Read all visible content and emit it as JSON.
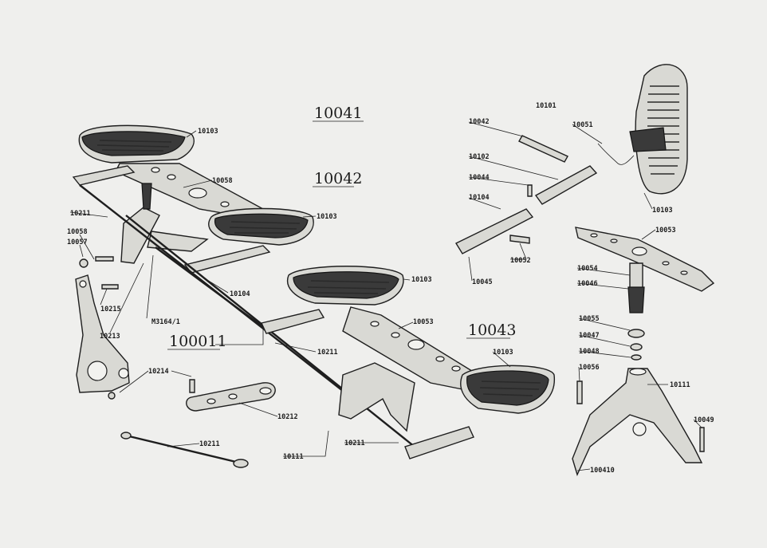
{
  "labels": [
    {
      "id": "t10041",
      "text": "10041"
    },
    {
      "id": "t10042",
      "text": "10042"
    },
    {
      "id": "t10043",
      "text": "10043"
    },
    {
      "id": "t100011",
      "text": "100011"
    },
    {
      "id": "l10103a",
      "text": "10103"
    },
    {
      "id": "l10058a",
      "text": "10058"
    },
    {
      "id": "l10103b",
      "text": "10103"
    },
    {
      "id": "l10211a",
      "text": "10211"
    },
    {
      "id": "l10058b",
      "text": "10058"
    },
    {
      "id": "l10057",
      "text": "10057"
    },
    {
      "id": "l10215",
      "text": "10215"
    },
    {
      "id": "l10213",
      "text": "10213"
    },
    {
      "id": "lM3164",
      "text": "M3164/1"
    },
    {
      "id": "l10104a",
      "text": "10104"
    },
    {
      "id": "l10103c",
      "text": "10103"
    },
    {
      "id": "l10053a",
      "text": "10053"
    },
    {
      "id": "l10211b",
      "text": "10211"
    },
    {
      "id": "l10103d",
      "text": "10103"
    },
    {
      "id": "l10214",
      "text": "10214"
    },
    {
      "id": "l10212",
      "text": "10212"
    },
    {
      "id": "l10211c",
      "text": "10211"
    },
    {
      "id": "l10111a",
      "text": "10111"
    },
    {
      "id": "l10211d",
      "text": "10211"
    },
    {
      "id": "l10101",
      "text": "10101"
    },
    {
      "id": "l10042s",
      "text": "10042"
    },
    {
      "id": "l10051",
      "text": "10051"
    },
    {
      "id": "l10102",
      "text": "10102"
    },
    {
      "id": "l10044",
      "text": "10044"
    },
    {
      "id": "l10104b",
      "text": "10104"
    },
    {
      "id": "l10052",
      "text": "10052"
    },
    {
      "id": "l10045",
      "text": "10045"
    },
    {
      "id": "l10103e",
      "text": "10103"
    },
    {
      "id": "l10053b",
      "text": "10053"
    },
    {
      "id": "l10054",
      "text": "10054"
    },
    {
      "id": "l10046",
      "text": "10046"
    },
    {
      "id": "l10055",
      "text": "10055"
    },
    {
      "id": "l10047",
      "text": "10047"
    },
    {
      "id": "l10048",
      "text": "10048"
    },
    {
      "id": "l10056",
      "text": "10056"
    },
    {
      "id": "l10111b",
      "text": "10111"
    },
    {
      "id": "l10049",
      "text": "10049"
    },
    {
      "id": "l100410",
      "text": "100410"
    }
  ]
}
